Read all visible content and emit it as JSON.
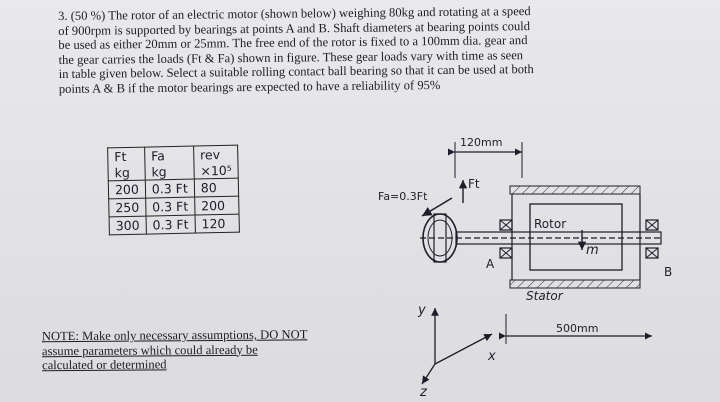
{
  "problem": {
    "lines": [
      "3. (50 %) The rotor of an electric motor (shown below) weighing 80kg and rotating at a speed",
      "of 900rpm is supported by bearings at points A and B. Shaft diameters at bearing points could",
      "be used as either 20mm or 25mm. The free end of the rotor is fixed to a 100mm dia. gear and",
      "the gear carries the loads (Ft & Fa) shown in figure. These gear loads vary with time as seen",
      "in table given below. Select a suitable rolling contact ball bearing so that it can be used at both",
      "points A & B if the motor bearings are expected to have a reliability of 95%"
    ]
  },
  "table": {
    "headers": [
      "Ft",
      "Fa",
      "rev"
    ],
    "units": [
      "kg",
      "kg",
      "×10⁵"
    ],
    "rows": [
      [
        "200",
        "0.3 Ft",
        "80"
      ],
      [
        "250",
        "0.3 Ft",
        "200"
      ],
      [
        "300",
        "0.3 Ft",
        "120"
      ]
    ]
  },
  "note": {
    "lines": [
      "NOTE: Make only necessary assumptions, DO NOT",
      "assume parameters which could already be",
      "calculated or determined"
    ]
  },
  "diagram": {
    "dim_top": "120mm",
    "dim_bottom": "500mm",
    "fa_label": "Fa=0.3Ft",
    "ft_label": "Ft",
    "rotor_label": "Rotor",
    "m_label": "m",
    "stator_label": "Stator",
    "point_a": "A",
    "point_b": "B",
    "axis_x": "x",
    "axis_y": "y",
    "axis_z": "z"
  },
  "colors": {
    "ink": "#1d1d22",
    "paper": "#e4e3e6"
  }
}
